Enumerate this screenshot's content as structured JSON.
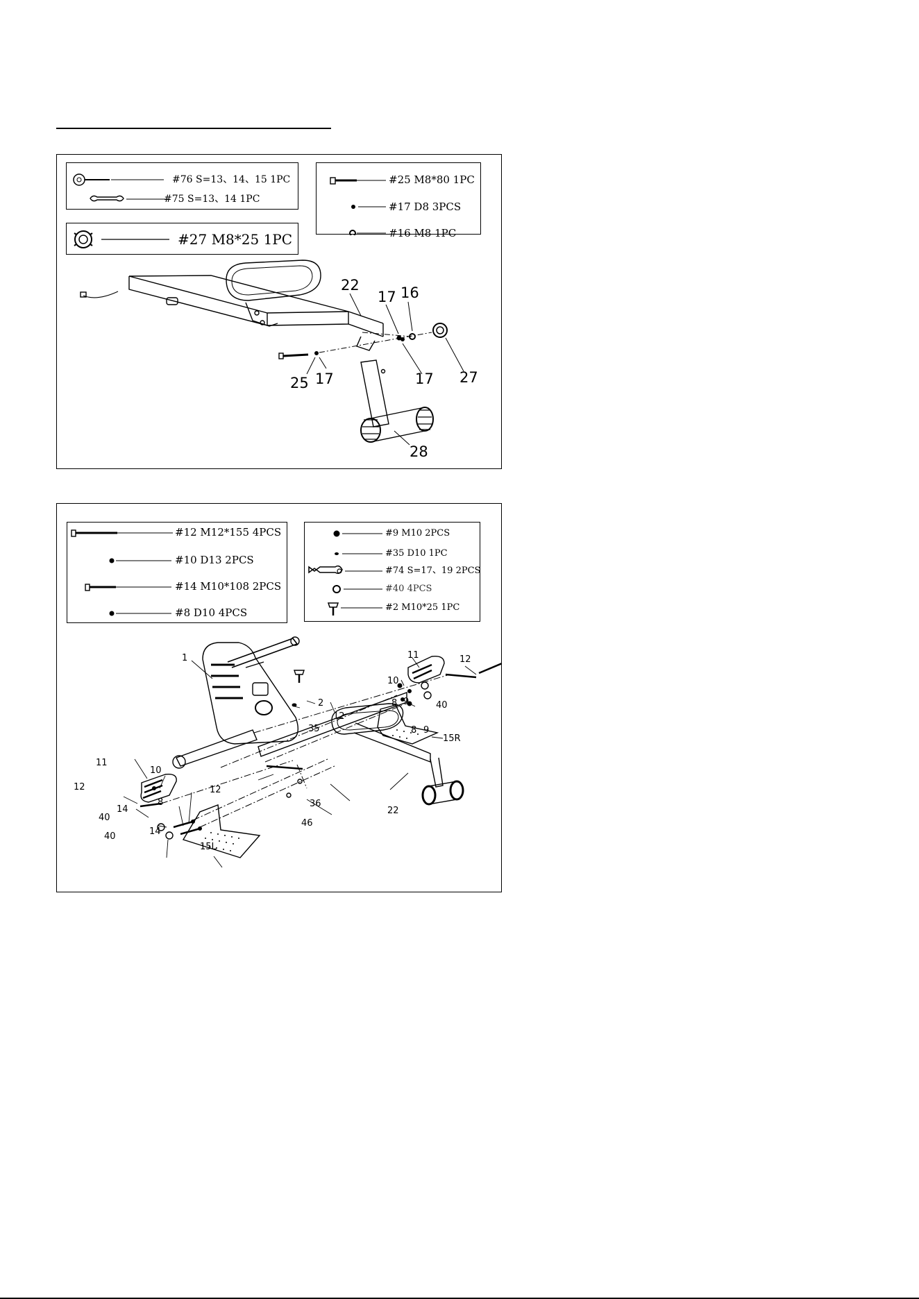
{
  "step1": {
    "legend_tools": [
      {
        "icon": "multi-wrench-icon",
        "text": "#76 S=13、14、15 1PC"
      },
      {
        "icon": "wrench-icon",
        "text": "#75 S=13、14 1PC"
      }
    ],
    "legend_knob": {
      "icon": "knob-icon",
      "text": "#27 M8*25 1PC"
    },
    "legend_hardware": [
      {
        "icon": "bolt-icon",
        "text": "#25 M8*80 1PC"
      },
      {
        "icon": "washer-icon",
        "text": "#17 D8 3PCS"
      },
      {
        "icon": "nut-icon",
        "text": "#16 M8 1PC"
      }
    ],
    "callouts": [
      "22",
      "17",
      "16",
      "25",
      "17",
      "17",
      "27",
      "28"
    ]
  },
  "step2": {
    "legend_left": [
      {
        "icon": "long-bolt-icon",
        "text": "#12 M12*155 4PCS"
      },
      {
        "icon": "washer-icon",
        "text": "#10 D13 2PCS"
      },
      {
        "icon": "bolt-icon",
        "text": "#14 M10*108 2PCS"
      },
      {
        "icon": "washer-icon",
        "text": "#8 D10 4PCS"
      }
    ],
    "legend_right": [
      {
        "icon": "nut-icon",
        "text": "#9 M10 2PCS"
      },
      {
        "icon": "washer-icon",
        "text": "#35 D10 1PC"
      },
      {
        "icon": "wrench-icon",
        "text": "#74 S=17、19 2PCS"
      },
      {
        "icon": "cap-nut-icon",
        "text": "#40 4PCS"
      },
      {
        "icon": "knob-bolt-icon",
        "text": "#2 M10*25 1PC"
      }
    ],
    "callouts": [
      "1",
      "2",
      "35",
      "12",
      "11",
      "12",
      "10",
      "9",
      "8",
      "40",
      "8",
      "9",
      "15R",
      "11",
      "10",
      "12",
      "12",
      "14",
      "8",
      "40",
      "14",
      "40",
      "15L",
      "36",
      "46",
      "22"
    ]
  }
}
